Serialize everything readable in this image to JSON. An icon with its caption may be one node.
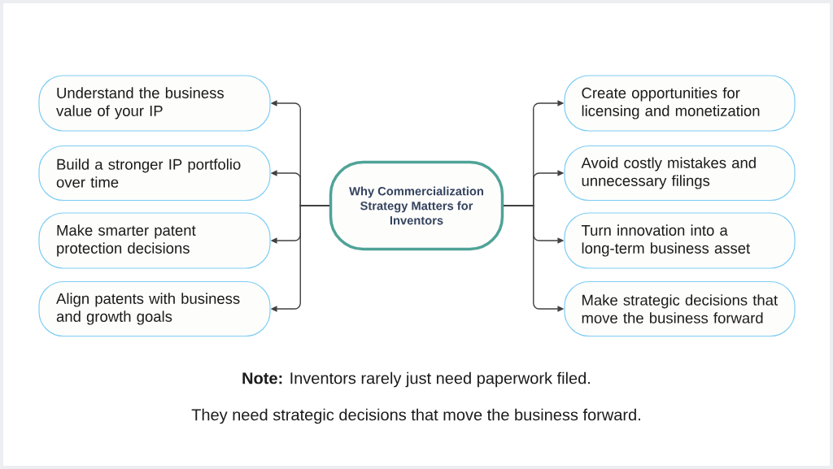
{
  "diagram": {
    "nodes": [
      {
        "text": [
          "Why Commercialization Strategy Matters for Inventors"
        ]
      },
      {
        "text": [
          "Understand the business value of your IP"
        ]
      },
      {
        "text": [
          "Build a stronger IP portfolio over time"
        ]
      },
      {
        "text": [
          "Make smarter patent protection decisions"
        ]
      },
      {
        "text": [
          "Align patents with business and growth goals"
        ]
      },
      {
        "text": [
          "Create opportunities for licensing and monetization"
        ]
      },
      {
        "text": [
          "Avoid costly mistakes and unnecessary filings"
        ]
      },
      {
        "text": [
          "Turn innovation into a long-term business asset"
        ]
      },
      {
        "text": [
          "Make strategic decisions that move the business forward"
        ]
      }
    ],
    "edges": [
      {
        "from": 0,
        "to": 1,
        "arrow": "to"
      },
      {
        "from": 0,
        "to": 2,
        "arrow": "to"
      },
      {
        "from": 0,
        "to": 3,
        "arrow": "to"
      },
      {
        "from": 0,
        "to": 4,
        "arrow": "to"
      },
      {
        "from": 0,
        "to": 5,
        "arrow": "to"
      },
      {
        "from": 0,
        "to": 6,
        "arrow": "to"
      },
      {
        "from": 0,
        "to": 7,
        "arrow": "to"
      },
      {
        "from": 0,
        "to": 8,
        "arrow": "to"
      }
    ],
    "labels": [
      "**Note:** Inventors rarely just need paperwork filed.",
      "They need strategic decisions that move the business forward."
    ]
  }
}
